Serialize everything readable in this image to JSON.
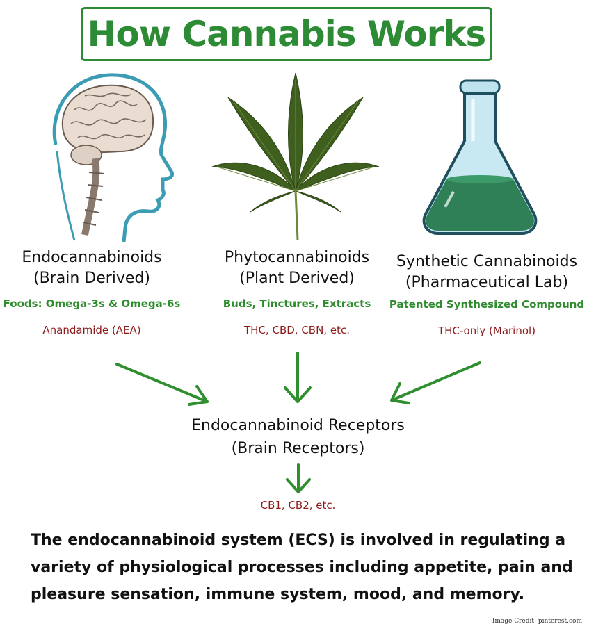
{
  "title": "How Cannabis Works",
  "columns": [
    {
      "title_line1": "Endocannabinoids",
      "title_line2": "(Brain Derived)",
      "source": "Foods: Omega-3s  & Omega-6s",
      "examples": "Anandamide (AEA)",
      "icon": "brain-head-icon"
    },
    {
      "title_line1": "Phytocannabinoids",
      "title_line2": "(Plant Derived)",
      "source": "Buds, Tinctures, Extracts",
      "examples": "THC, CBD, CBN, etc.",
      "icon": "cannabis-leaf-icon"
    },
    {
      "title_line1": "Synthetic Cannabinoids",
      "title_line2": "(Pharmaceutical Lab)",
      "source": "Patented Synthesized Compound",
      "examples": "THC-only (Marinol)",
      "icon": "lab-flask-icon"
    }
  ],
  "receptors": {
    "title_line1": "Endocannabinoid Receptors",
    "title_line2": "(Brain Receptors)",
    "examples": "CB1, CB2, etc."
  },
  "summary": "The endocannabinoid system (ECS) is involved in regulating a variety of physiological processes including appetite, pain and pleasure sensation, immune system, mood, and memory.",
  "credit": "Image Credit: pinterest.com",
  "colors": {
    "green": "#2e8b35",
    "dark_red": "#8b1a1a",
    "text": "#111111"
  }
}
